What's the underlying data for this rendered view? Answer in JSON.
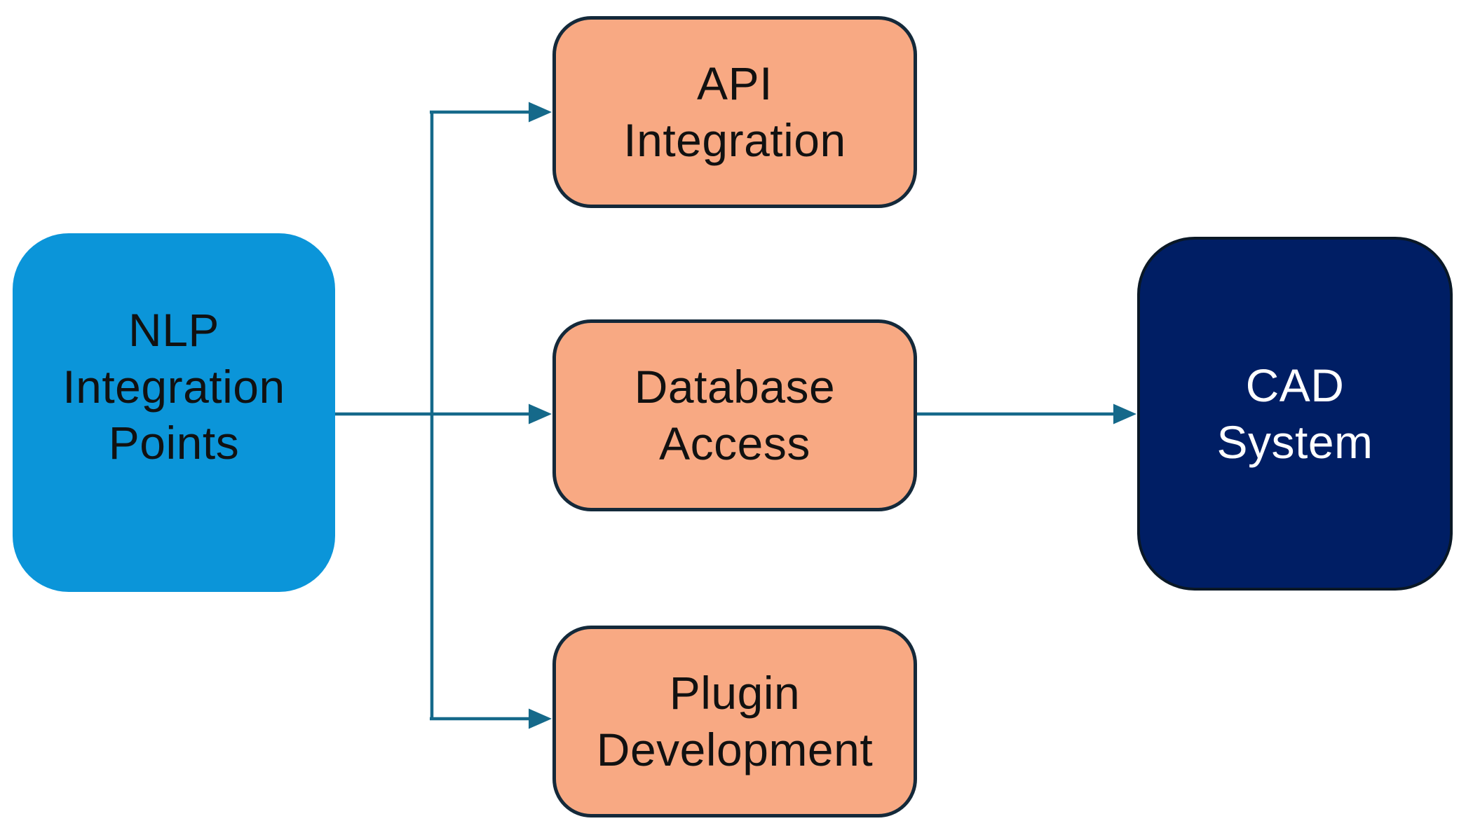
{
  "diagram": {
    "nodes": [
      {
        "id": "nlp-integration-points",
        "label": "NLP Integration Points",
        "lines": [
          "NLP",
          "Integration",
          "Points"
        ]
      },
      {
        "id": "api-integration",
        "label": "API Integration",
        "lines": [
          "API",
          "Integration"
        ]
      },
      {
        "id": "database-access",
        "label": "Database Access",
        "lines": [
          "Database",
          "Access"
        ]
      },
      {
        "id": "plugin-development",
        "label": "Plugin Development",
        "lines": [
          "Plugin",
          "Development"
        ]
      },
      {
        "id": "cad-system",
        "label": "CAD System",
        "lines": [
          "CAD",
          "System"
        ]
      }
    ],
    "edges": [
      {
        "from": "nlp-integration-points",
        "to": "api-integration"
      },
      {
        "from": "nlp-integration-points",
        "to": "database-access"
      },
      {
        "from": "nlp-integration-points",
        "to": "plugin-development"
      },
      {
        "from": "database-access",
        "to": "cad-system"
      }
    ]
  },
  "colors": {
    "canvas-bg": "#ffffff",
    "node-blue": "#0b95d9",
    "node-orange": "#f8a983",
    "node-orange-border": "#14293a",
    "node-navy": "#001e64",
    "node-navy-border": "#0a1826",
    "arrow": "#15698a",
    "text-dark": "#111111",
    "text-light": "#ffffff"
  }
}
